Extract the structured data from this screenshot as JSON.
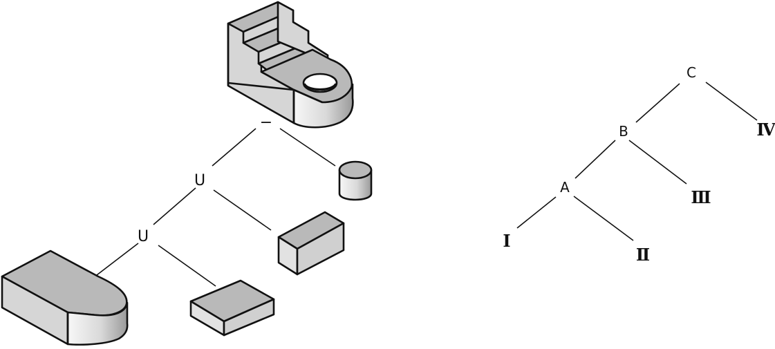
{
  "csg_tree": {
    "operators": {
      "root": "−",
      "union_upper": "U",
      "union_lower": "U"
    },
    "primitives": [
      "result-bracket",
      "cylinder",
      "box-upright",
      "rounded-slab",
      "box-flat"
    ]
  },
  "binary_tree": {
    "nodes": {
      "c": "C",
      "b": "B",
      "a": "A"
    },
    "leaves": {
      "iv": "Ⅳ",
      "iii": "Ⅲ",
      "i": "Ⅰ",
      "ii": "Ⅱ"
    }
  },
  "colors": {
    "face_gray": "#b9b9b9",
    "face_light": "#d6d6d6",
    "cylinder_side": "#ebebeb",
    "line": "#111111"
  }
}
